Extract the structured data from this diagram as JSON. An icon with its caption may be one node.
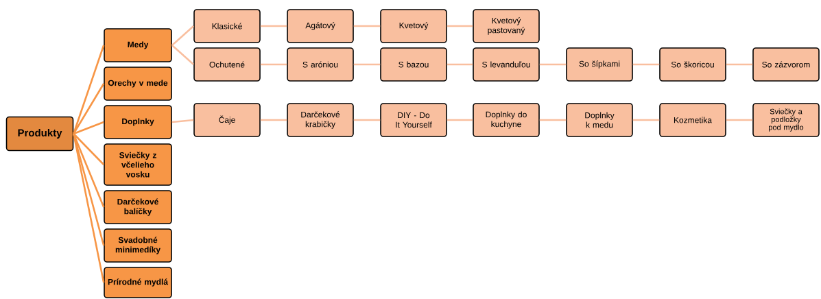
{
  "diagram": {
    "nodes": [
      {
        "text": [
          "Produkty"
        ]
      },
      {
        "text": [
          "Medy"
        ]
      },
      {
        "text": [
          "Orechy v mede"
        ]
      },
      {
        "text": [
          "Doplnky"
        ]
      },
      {
        "text": [
          "Sviečky z včelieho vosku"
        ]
      },
      {
        "text": [
          "Darčekové balíčky"
        ]
      },
      {
        "text": [
          "Svadobné minimedíky"
        ]
      },
      {
        "text": [
          "Prírodné mydlá"
        ]
      },
      {
        "text": [
          "Klasické"
        ]
      },
      {
        "text": [
          "Agátový"
        ]
      },
      {
        "text": [
          "Kvetový"
        ]
      },
      {
        "text": [
          "Kvetový pastovaný"
        ]
      },
      {
        "text": [
          "Ochutené"
        ]
      },
      {
        "text": [
          "S aróniou"
        ]
      },
      {
        "text": [
          "S bazou"
        ]
      },
      {
        "text": [
          "S levanduľou"
        ]
      },
      {
        "text": [
          "So šípkami"
        ]
      },
      {
        "text": [
          "So škoricou"
        ]
      },
      {
        "text": [
          "So zázvorom"
        ]
      },
      {
        "text": [
          "Čaje"
        ]
      },
      {
        "text": [
          "Darčekové krabičky"
        ]
      },
      {
        "text": [
          "DIY - Do It Yourself"
        ]
      },
      {
        "text": [
          "Doplnky do kuchyne"
        ]
      },
      {
        "text": [
          "Doplnky k medu"
        ]
      },
      {
        "text": [
          "Kozmetika"
        ]
      },
      {
        "text": [
          "Sviečky a podložky pod mydlo"
        ]
      }
    ],
    "edges": [
      {
        "from": 0,
        "to": 1,
        "arrow": "none",
        "color": "#f79646"
      },
      {
        "from": 0,
        "to": 2,
        "arrow": "none",
        "color": "#f79646"
      },
      {
        "from": 0,
        "to": 3,
        "arrow": "none",
        "color": "#f79646"
      },
      {
        "from": 0,
        "to": 4,
        "arrow": "none",
        "color": "#f79646"
      },
      {
        "from": 0,
        "to": 5,
        "arrow": "none",
        "color": "#f79646"
      },
      {
        "from": 0,
        "to": 6,
        "arrow": "none",
        "color": "#f79646"
      },
      {
        "from": 0,
        "to": 7,
        "arrow": "none",
        "color": "#f79646"
      },
      {
        "from": 1,
        "to": 8,
        "arrow": "none"
      },
      {
        "from": 1,
        "to": 12,
        "arrow": "none"
      },
      {
        "from": 8,
        "to": 9,
        "arrow": "none"
      },
      {
        "from": 9,
        "to": 10,
        "arrow": "none"
      },
      {
        "from": 10,
        "to": 11,
        "arrow": "none"
      },
      {
        "from": 12,
        "to": 13,
        "arrow": "none"
      },
      {
        "from": 13,
        "to": 14,
        "arrow": "none"
      },
      {
        "from": 14,
        "to": 15,
        "arrow": "none"
      },
      {
        "from": 15,
        "to": 16,
        "arrow": "none"
      },
      {
        "from": 16,
        "to": 17,
        "arrow": "none"
      },
      {
        "from": 17,
        "to": 18,
        "arrow": "none"
      },
      {
        "from": 3,
        "to": 19,
        "arrow": "none"
      },
      {
        "from": 19,
        "to": 20,
        "arrow": "none"
      },
      {
        "from": 20,
        "to": 21,
        "arrow": "none"
      },
      {
        "from": 21,
        "to": 22,
        "arrow": "none"
      },
      {
        "from": 22,
        "to": 23,
        "arrow": "none"
      },
      {
        "from": 23,
        "to": 24,
        "arrow": "none"
      },
      {
        "from": 24,
        "to": 25,
        "arrow": "none"
      }
    ]
  }
}
